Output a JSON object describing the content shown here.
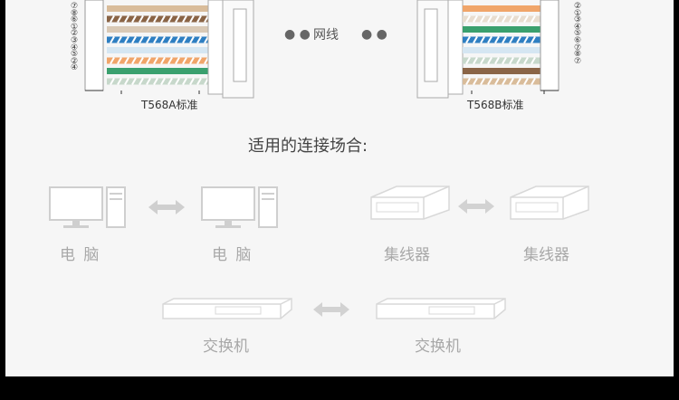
{
  "connectors": {
    "left": {
      "label": "T568A标准",
      "pins": [
        "⑦",
        "⑧",
        "⑥",
        "①",
        "②",
        "③",
        "④",
        "⑤",
        "②",
        "④"
      ],
      "stripe_colors": [
        "#d9bc9a",
        "#8a6446",
        "#d9c9b6",
        "#2f7fc2",
        "#d5e6f2",
        "#f0a56a",
        "#3aa06e",
        "#c7d8cb"
      ]
    },
    "right": {
      "label": "T568B标准",
      "pins": [
        "②",
        "①",
        "③",
        "④",
        "⑤",
        "⑥",
        "⑦",
        "⑧",
        "⑦"
      ],
      "stripe_colors": [
        "#f0a56a",
        "#e8ddd0",
        "#3aa06e",
        "#2f7fc2",
        "#d5e6f2",
        "#c7d8cb",
        "#8a6446",
        "#d9bc9a"
      ]
    },
    "cable_label": "网线"
  },
  "section_title": "适用的连接场合:",
  "scenarios": [
    {
      "left_label": "电  脑",
      "right_label": "电  脑",
      "icon": "computer-icon"
    },
    {
      "left_label": "集线器",
      "right_label": "集线器",
      "icon": "hub-icon"
    },
    {
      "left_label": "交换机",
      "right_label": "交换机",
      "icon": "switch-icon"
    }
  ],
  "colors": {
    "page_bg": "#f6f6f6",
    "frame": "#000000",
    "icon_gray": "#cfcfcf",
    "label_gray": "#a8a8a8"
  }
}
